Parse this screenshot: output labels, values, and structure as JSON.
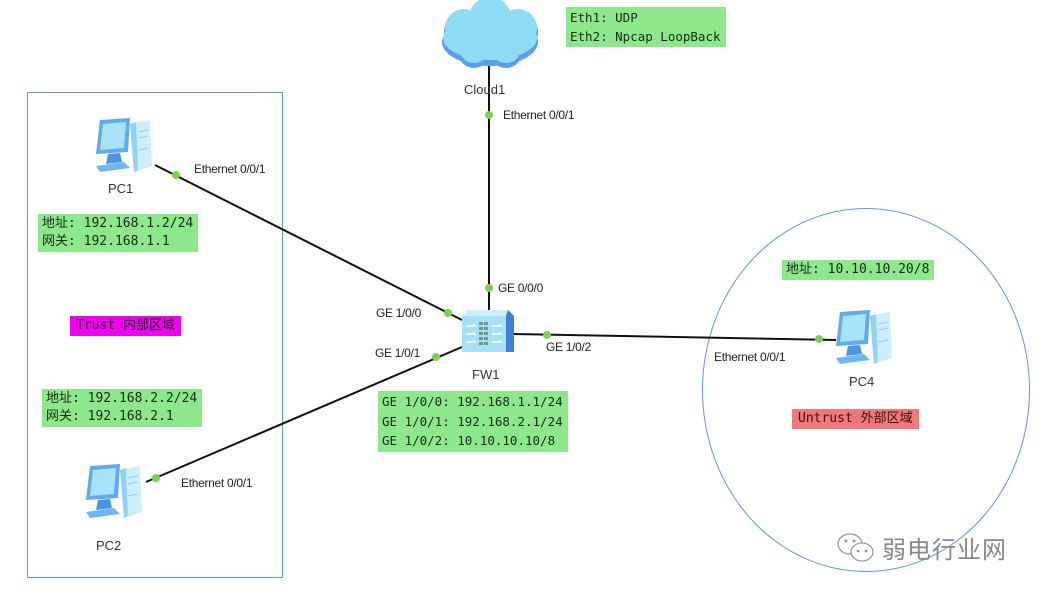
{
  "zones": {
    "trust": {
      "label": "Trust 内部区域",
      "color": "#f000f0"
    },
    "untrust": {
      "label": "Untrust 外部区域",
      "color": "#f07878"
    }
  },
  "devices": {
    "cloud1": {
      "name": "Cloud1",
      "icon": "cloud-icon"
    },
    "fw1": {
      "name": "FW1",
      "icon": "firewall-icon"
    },
    "pc1": {
      "name": "PC1",
      "icon": "pc-icon"
    },
    "pc2": {
      "name": "PC2",
      "icon": "pc-icon"
    },
    "pc4": {
      "name": "PC4",
      "icon": "pc-icon"
    }
  },
  "ports": {
    "cloud1_eth": "Ethernet 0/0/1",
    "fw1_ge000": "GE 0/0/0",
    "fw1_ge100": "GE 1/0/0",
    "fw1_ge101": "GE 1/0/1",
    "fw1_ge102": "GE 1/0/2",
    "pc1_eth": "Ethernet 0/0/1",
    "pc2_eth": "Ethernet 0/0/1",
    "pc4_eth": "Ethernet 0/0/1"
  },
  "notes": {
    "cloud": [
      "Eth1: UDP",
      "Eth2: Npcap LoopBack"
    ],
    "pc1": [
      "地址: 192.168.1.2/24",
      "网关: 192.168.1.1"
    ],
    "pc2": [
      "地址: 192.168.2.2/24",
      "网关: 192.168.2.1"
    ],
    "pc4": [
      "地址: 10.10.10.20/8"
    ],
    "fw1": [
      "GE 1/0/0: 192.168.1.1/24",
      "GE 1/0/1: 192.168.2.1/24",
      "GE 1/0/2: 10.10.10.10/8"
    ]
  },
  "colors": {
    "note_bg": "#8ce88a",
    "port_dot": "#7ed24a",
    "link": "#111111",
    "zone_border": "#5a9ae0"
  },
  "watermark": {
    "text": "弱电行业网",
    "icon": "wechat-icon"
  }
}
